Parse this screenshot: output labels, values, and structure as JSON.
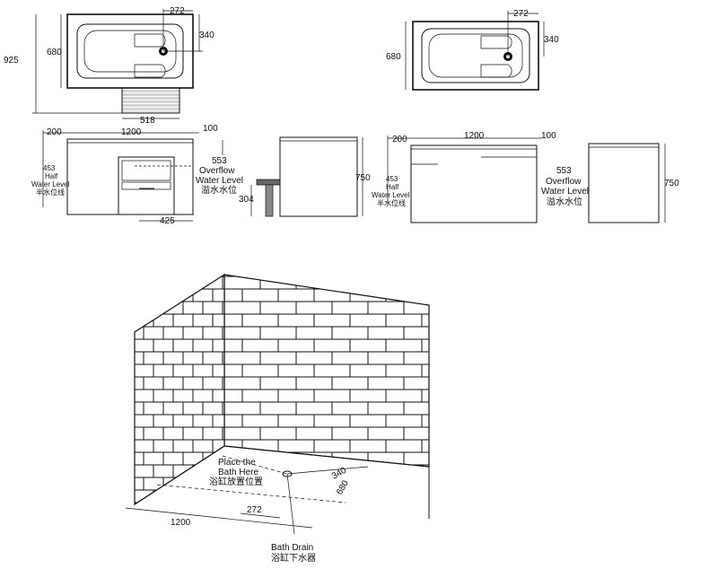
{
  "top_left": {
    "d272": "272",
    "d340": "340",
    "d680": "680",
    "d925": "925",
    "d518": "518"
  },
  "top_right": {
    "d272": "272",
    "d340": "340",
    "d680": "680"
  },
  "front_left": {
    "d200": "200",
    "d1200": "1200",
    "d100": "100",
    "d553": "553",
    "overflow1": "Overflow",
    "overflow2": "Water Level",
    "overflow_cn": "溢水水位",
    "d453": "453",
    "half1": "Half",
    "half2": "Water Level",
    "half_cn": "半水位线",
    "d425": "425"
  },
  "side_left": {
    "d750": "750",
    "d304": "304"
  },
  "front_right": {
    "d200": "200",
    "d1200": "1200",
    "d100": "100",
    "d553": "553",
    "overflow1": "Overflow",
    "overflow2": "Water Level",
    "overflow_cn": "溢水水位",
    "d453": "453",
    "half1": "Half",
    "half2": "Water Level",
    "half_cn": "半水位线"
  },
  "side_right": {
    "d750": "750"
  },
  "room": {
    "place1": "Place the",
    "place2": "Bath Here",
    "place_cn": "浴缸放置位置",
    "d340": "340",
    "d680": "680",
    "d272": "272",
    "d1200": "1200",
    "drain1": "Bath Drain",
    "drain_cn": "浴缸下水器"
  }
}
